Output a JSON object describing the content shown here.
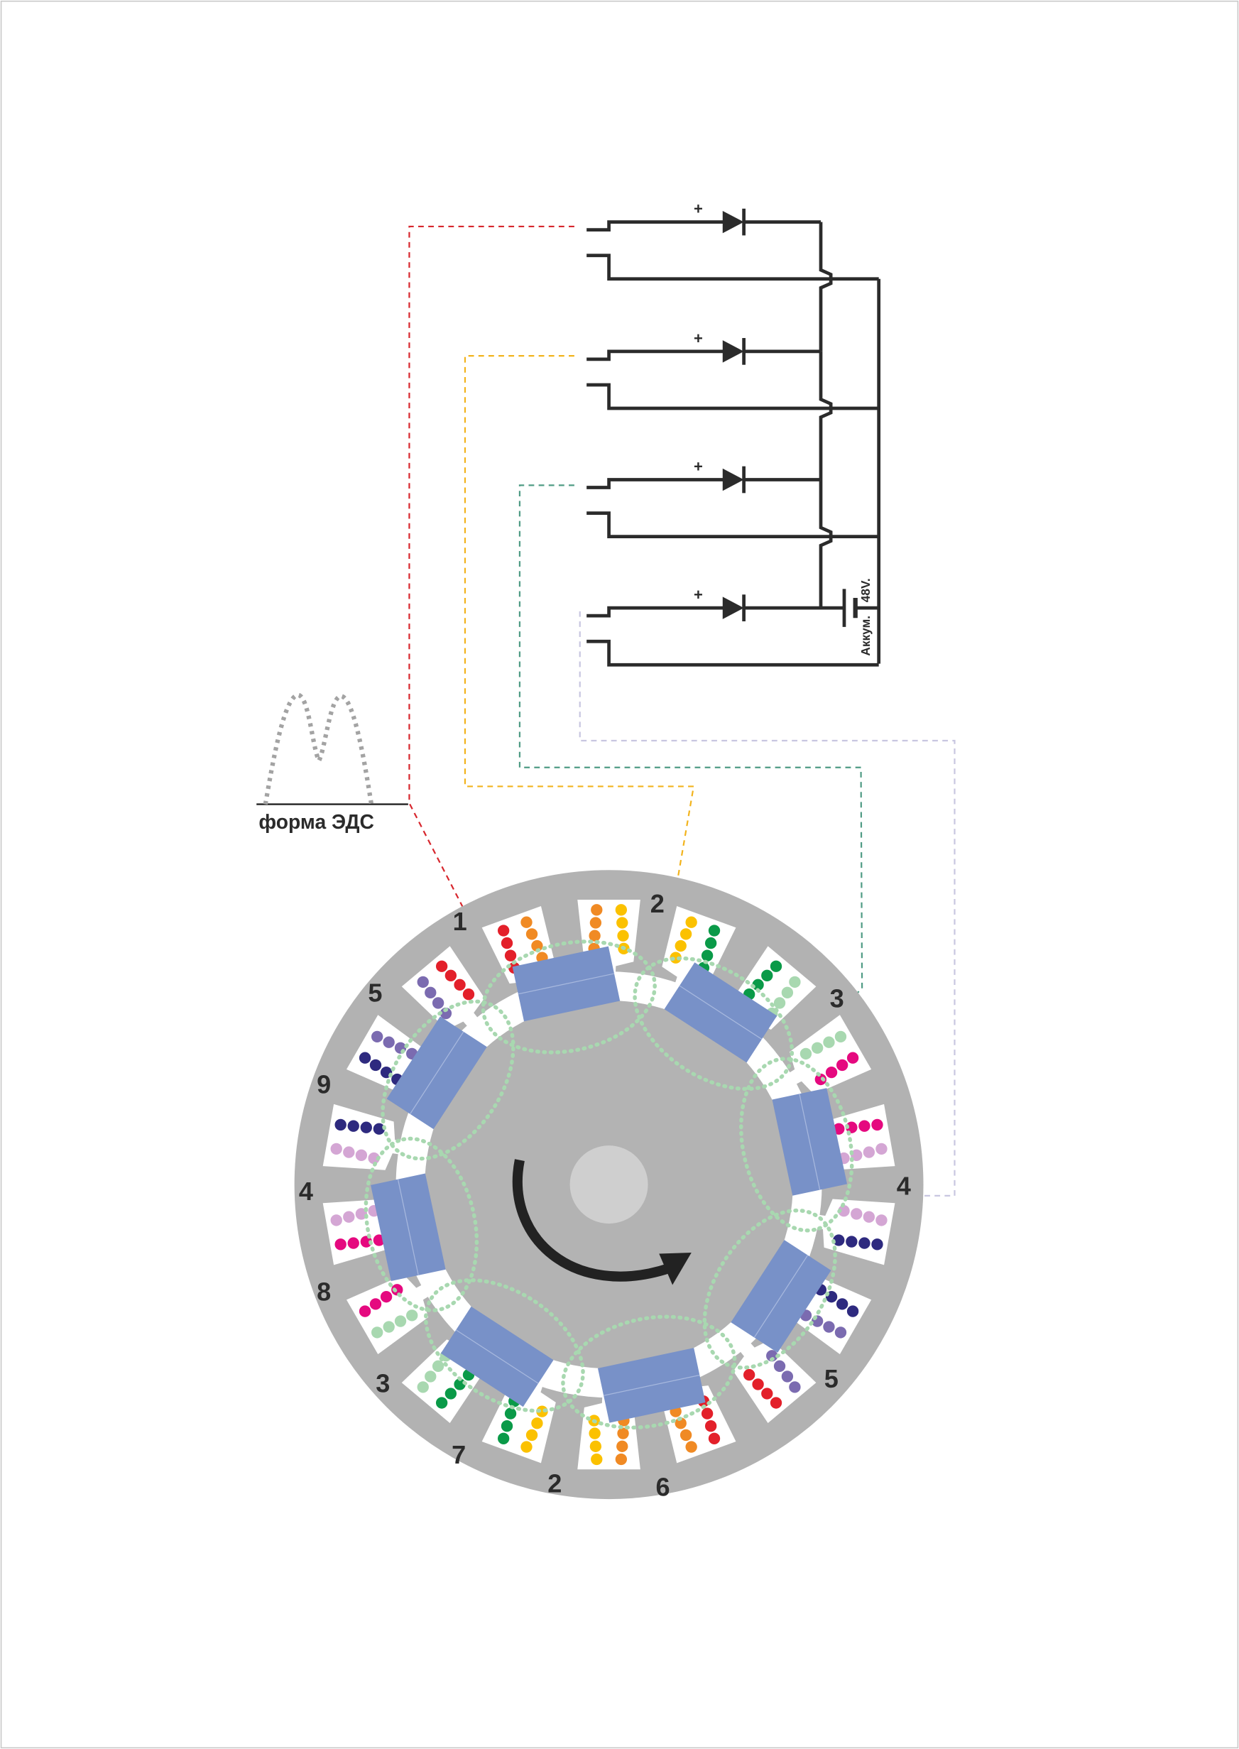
{
  "circuit": {
    "plus_signs": [
      "+",
      "+",
      "+",
      "+"
    ],
    "battery_voltage": "48V.",
    "battery_label": "Аккум."
  },
  "emf": {
    "label": "форма ЭДС"
  },
  "tooth_labels": [
    "1",
    "2",
    "3",
    "4",
    "5",
    "6",
    "2",
    "7",
    "3",
    "8",
    "4",
    "9",
    "5"
  ],
  "phase_colors": {
    "orange": "#f08a24",
    "yellow": "#fbc100",
    "green": "#0a9a48",
    "light_green": "#a8d8b0",
    "magenta": "#e5097f",
    "pink": "#d4a6d4",
    "navy": "#2e2a7f",
    "purple": "#7b6bb0",
    "red": "#e3202a"
  },
  "wire_colors": {
    "red": "#d7262d",
    "yellow": "#f2b31c",
    "teal": "#4f9b84",
    "lavender": "#c8c6e0"
  },
  "stator": {
    "slot_count": 18,
    "magnet_count": 8
  }
}
